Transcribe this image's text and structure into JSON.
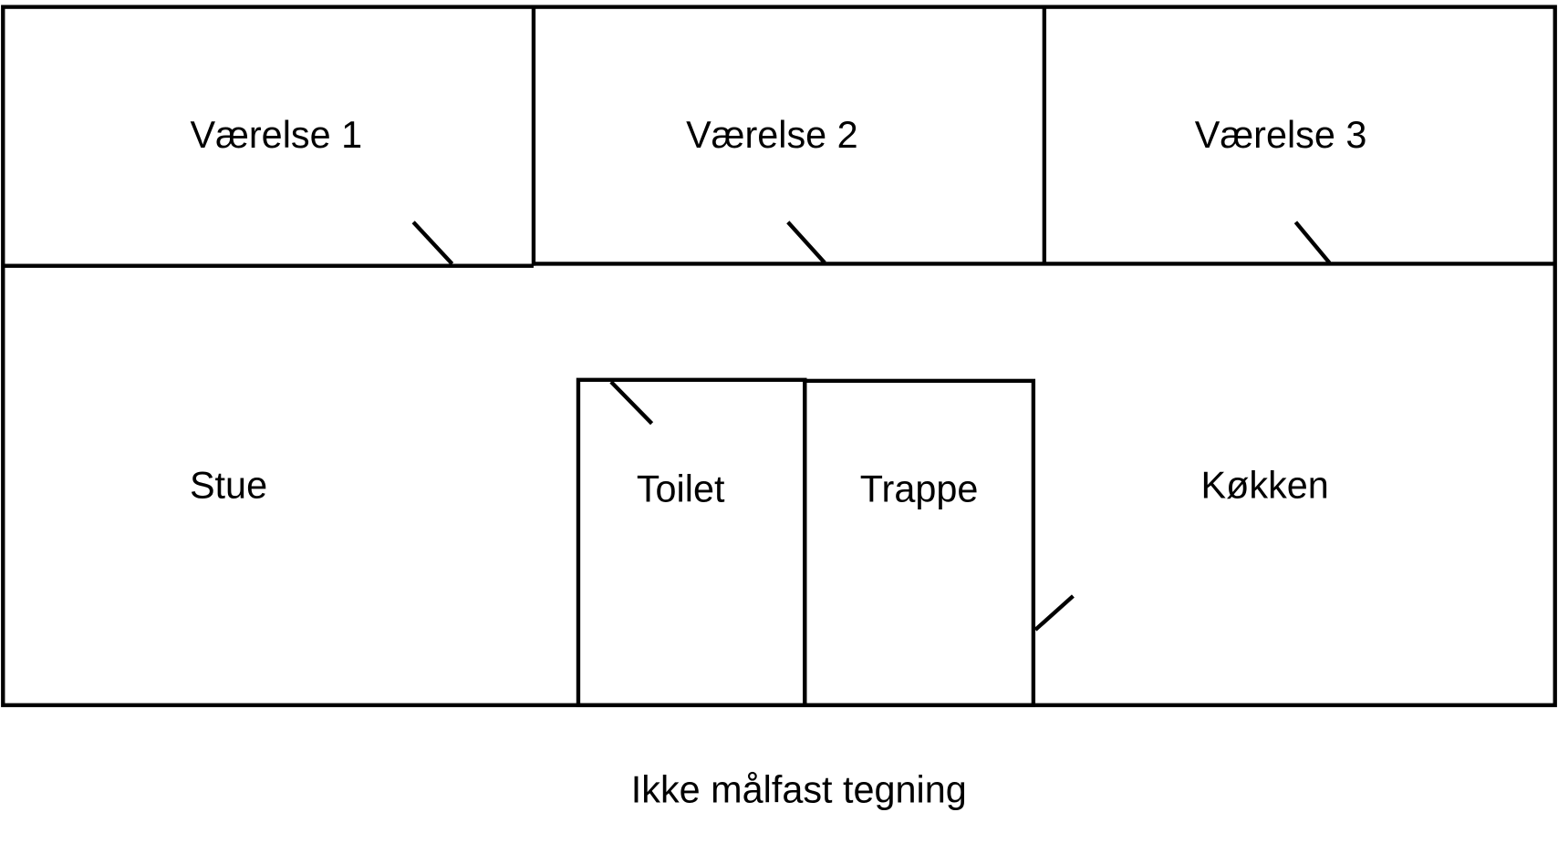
{
  "rooms": {
    "vaerelse1": "Værelse 1",
    "vaerelse2": "Værelse 2",
    "vaerelse3": "Værelse 3",
    "stue": "Stue",
    "toilet": "Toilet",
    "trappe": "Trappe",
    "koekken": "Køkken"
  },
  "caption": "Ikke målfast tegning",
  "colors": {
    "line": "#000000",
    "background": "#ffffff"
  }
}
